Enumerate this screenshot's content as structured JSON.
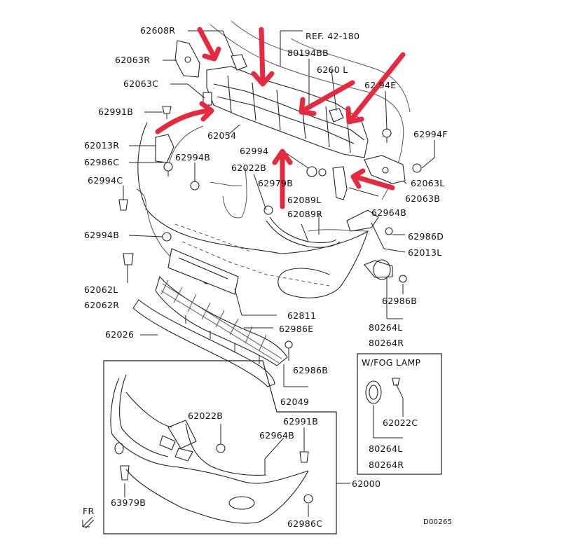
{
  "diagram": {
    "ref_label": "REF. 42-180",
    "code": "D00265",
    "front_label": "FR",
    "fog_lamp_label": "W/FOG LAMP",
    "labels": {
      "p62608R": "62608R",
      "p62063R": "62063R",
      "p62063C": "62063C",
      "p62991B_top": "62991B",
      "p62013R": "62013R",
      "p62986C": "62986C",
      "p62994B_a": "62994B",
      "p62994C": "62994C",
      "p62994B_b": "62994B",
      "p62062L": "62062L",
      "p62062R": "62062R",
      "p62026": "62026",
      "p62054": "62054",
      "p62022B_top": "62022B",
      "p62994_mid": "62994",
      "p62909B": "62979B",
      "p62089L": "62089L",
      "p62089R": "62089R",
      "p80194BB": "80194BB",
      "p6260xL": "6260 L",
      "p62994E": "62 94E",
      "p62994F": "62994F",
      "p62063L": "62063L",
      "p62063B": "62063B",
      "p62964B_top": "62964B",
      "p62986D": "62986D",
      "p62013L": "62013L",
      "p62986B_right": "62986B",
      "p80264L": "80264L",
      "p80264R": "80264R",
      "p62811": "62811",
      "p62986E": "62986E",
      "p62986B_mid": "62986B",
      "p62049": "62049",
      "p62022B_low": "62022B",
      "p62991B_low": "62991B",
      "p62964B_low": "62964B",
      "p62000": "62000",
      "p63979B": "63979B",
      "p62986C_low": "62986C",
      "p62022C": "62022C",
      "p80264L_fog": "80264L",
      "p80264R_fog": "80264R"
    },
    "highlight_color": "#e8283c"
  }
}
